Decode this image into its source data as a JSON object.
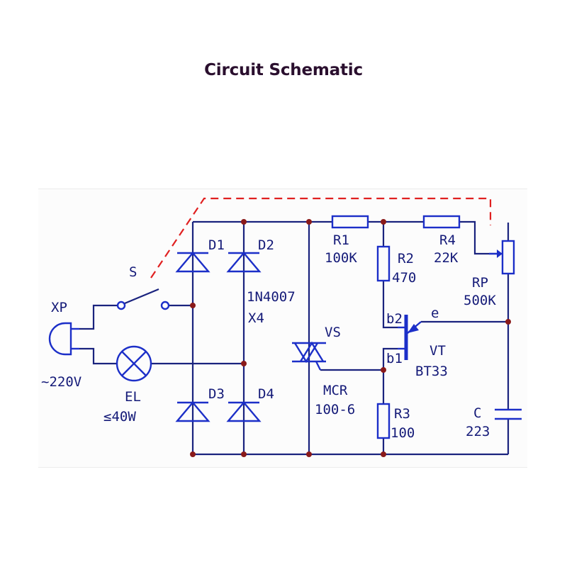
{
  "page_title": "Circuit Schematic",
  "labels": {
    "xp": "XP",
    "voltage": "~220V",
    "s": "S",
    "el": "EL",
    "el_rating": "≤40W",
    "d1": "D1",
    "d2": "D2",
    "d3": "D3",
    "d4": "D4",
    "diode_part": "1N4007",
    "diode_qty": "X4",
    "vs": "VS",
    "mcr": "MCR",
    "mcr_part": "100-6",
    "r1": "R1",
    "r1_value": "100K",
    "r2": "R2",
    "r2_value": "470",
    "r3": "R3",
    "r3_value": "100",
    "r4": "R4",
    "r4_value": "22K",
    "rp": "RP",
    "rp_value": "500K",
    "vt": "VT",
    "vt_part": "BT33",
    "b1": "b1",
    "b2": "b2",
    "e": "e",
    "c": "C",
    "c_value": "223"
  },
  "colors": {
    "wire": "#1a237e",
    "component": "#1c2fc8",
    "label": "#141a78",
    "mechanical_link": "#e02020",
    "junction": "#8a1a1a",
    "title": "#2a0f2e"
  }
}
